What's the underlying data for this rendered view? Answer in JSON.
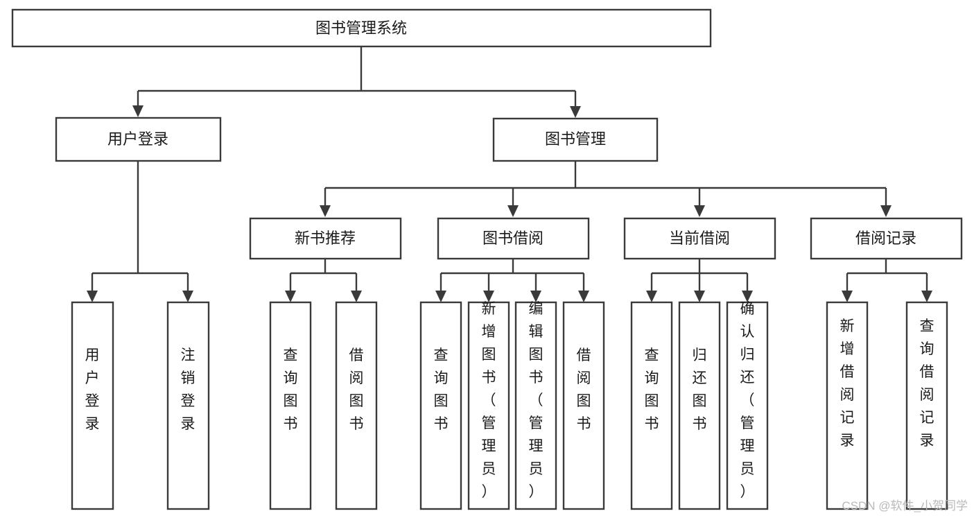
{
  "diagram": {
    "title": "图书管理系统",
    "type": "tree-hierarchy-chart",
    "orientation": "top-down",
    "colors": {
      "box_stroke": "#3a3a3a",
      "box_fill": "#ffffff",
      "connector": "#3a3a3a",
      "text": "#1a1a1a",
      "watermark": "#b9b9b9",
      "background": "#ffffff"
    }
  },
  "root": {
    "label": "图书管理系统"
  },
  "level2": [
    {
      "label": "用户登录"
    },
    {
      "label": "图书管理"
    }
  ],
  "level3": [
    {
      "label": "新书推荐"
    },
    {
      "label": "图书借阅"
    },
    {
      "label": "当前借阅"
    },
    {
      "label": "借阅记录"
    }
  ],
  "leaves": {
    "user_login": [
      {
        "label": "用户登录"
      },
      {
        "label": "注销登录"
      }
    ],
    "new_book_recommend": [
      {
        "label": "查询图书"
      },
      {
        "label": "借阅图书"
      }
    ],
    "book_borrow": [
      {
        "label": "查询图书"
      },
      {
        "label": "新增图书（管理员）"
      },
      {
        "label": "编辑图书（管理员）"
      },
      {
        "label": "借阅图书"
      }
    ],
    "current_borrow": [
      {
        "label": "查询图书"
      },
      {
        "label": "归还图书"
      },
      {
        "label": "确认归还（管理员）"
      }
    ],
    "borrow_record": [
      {
        "label": "新增借阅记录"
      },
      {
        "label": "查询借阅记录"
      }
    ]
  },
  "watermark": {
    "text": "CSDN @软件_小贺同学"
  }
}
